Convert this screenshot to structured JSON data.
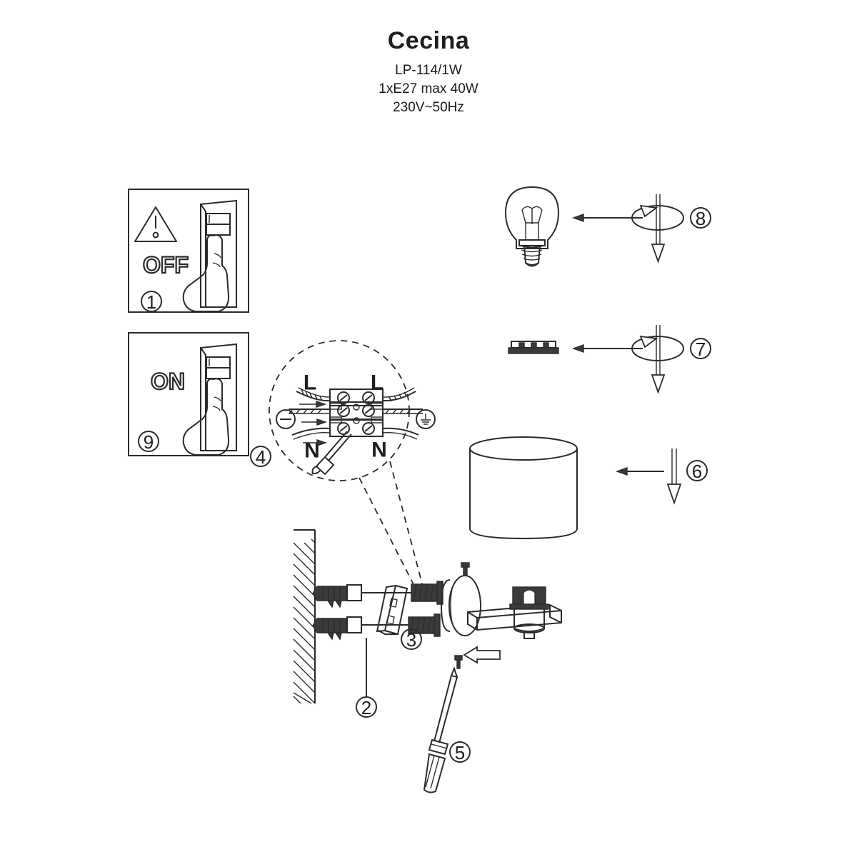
{
  "header": {
    "title": "Cecina",
    "model": "LP-114/1W",
    "lamp_spec": "1xE27 max 40W",
    "voltage": "230V~50Hz"
  },
  "panels": [
    {
      "id": "panel-off",
      "state_label": "OFF",
      "step": "1",
      "icons": [
        "warning-triangle-icon",
        "wall-switch-icon",
        "hand-pressing-icon"
      ]
    },
    {
      "id": "panel-on",
      "state_label": "ON",
      "step": "9",
      "icons": [
        "wall-switch-icon",
        "hand-pressing-icon"
      ]
    }
  ],
  "wiring_detail": {
    "step": "4",
    "labels": {
      "live_left": "L",
      "live_right": "L",
      "neutral_left": "N",
      "neutral_right": "N"
    },
    "symbols": [
      "earth-ground-icon",
      "minus-terminal-icon",
      "screwdriver-icon",
      "terminal-block-icon"
    ],
    "terminal_rows": 3
  },
  "steps": [
    {
      "num": "2",
      "name": "wall-anchor-step",
      "motion": "leader-line"
    },
    {
      "num": "3",
      "name": "bracket-screw-step",
      "motion": "leader-line"
    },
    {
      "num": "5",
      "name": "screwdriver-step",
      "motion": "arrow-left"
    },
    {
      "num": "6",
      "name": "shade-step",
      "motion": "arrow-left-and-down"
    },
    {
      "num": "7",
      "name": "shade-ring-step",
      "motion": "arrow-left-and-rotate"
    },
    {
      "num": "8",
      "name": "bulb-step",
      "motion": "arrow-left-and-rotate"
    }
  ],
  "parts": {
    "bulb": "incandescent-bulb-e27",
    "shade": "cylindrical-lamp-shade",
    "shade_ring": "shade-retaining-ring",
    "lamp_body": "wall-lamp-base-with-arm-and-socket",
    "wall": "hatched-wall",
    "anchors": 2,
    "screws": 2,
    "bracket": "mounting-bracket-plate",
    "screwdriver": "flat-screwdriver"
  },
  "colors": {
    "ink": "#2b2b2b",
    "fill_dark": "#3a3a3a",
    "paper": "#ffffff"
  }
}
